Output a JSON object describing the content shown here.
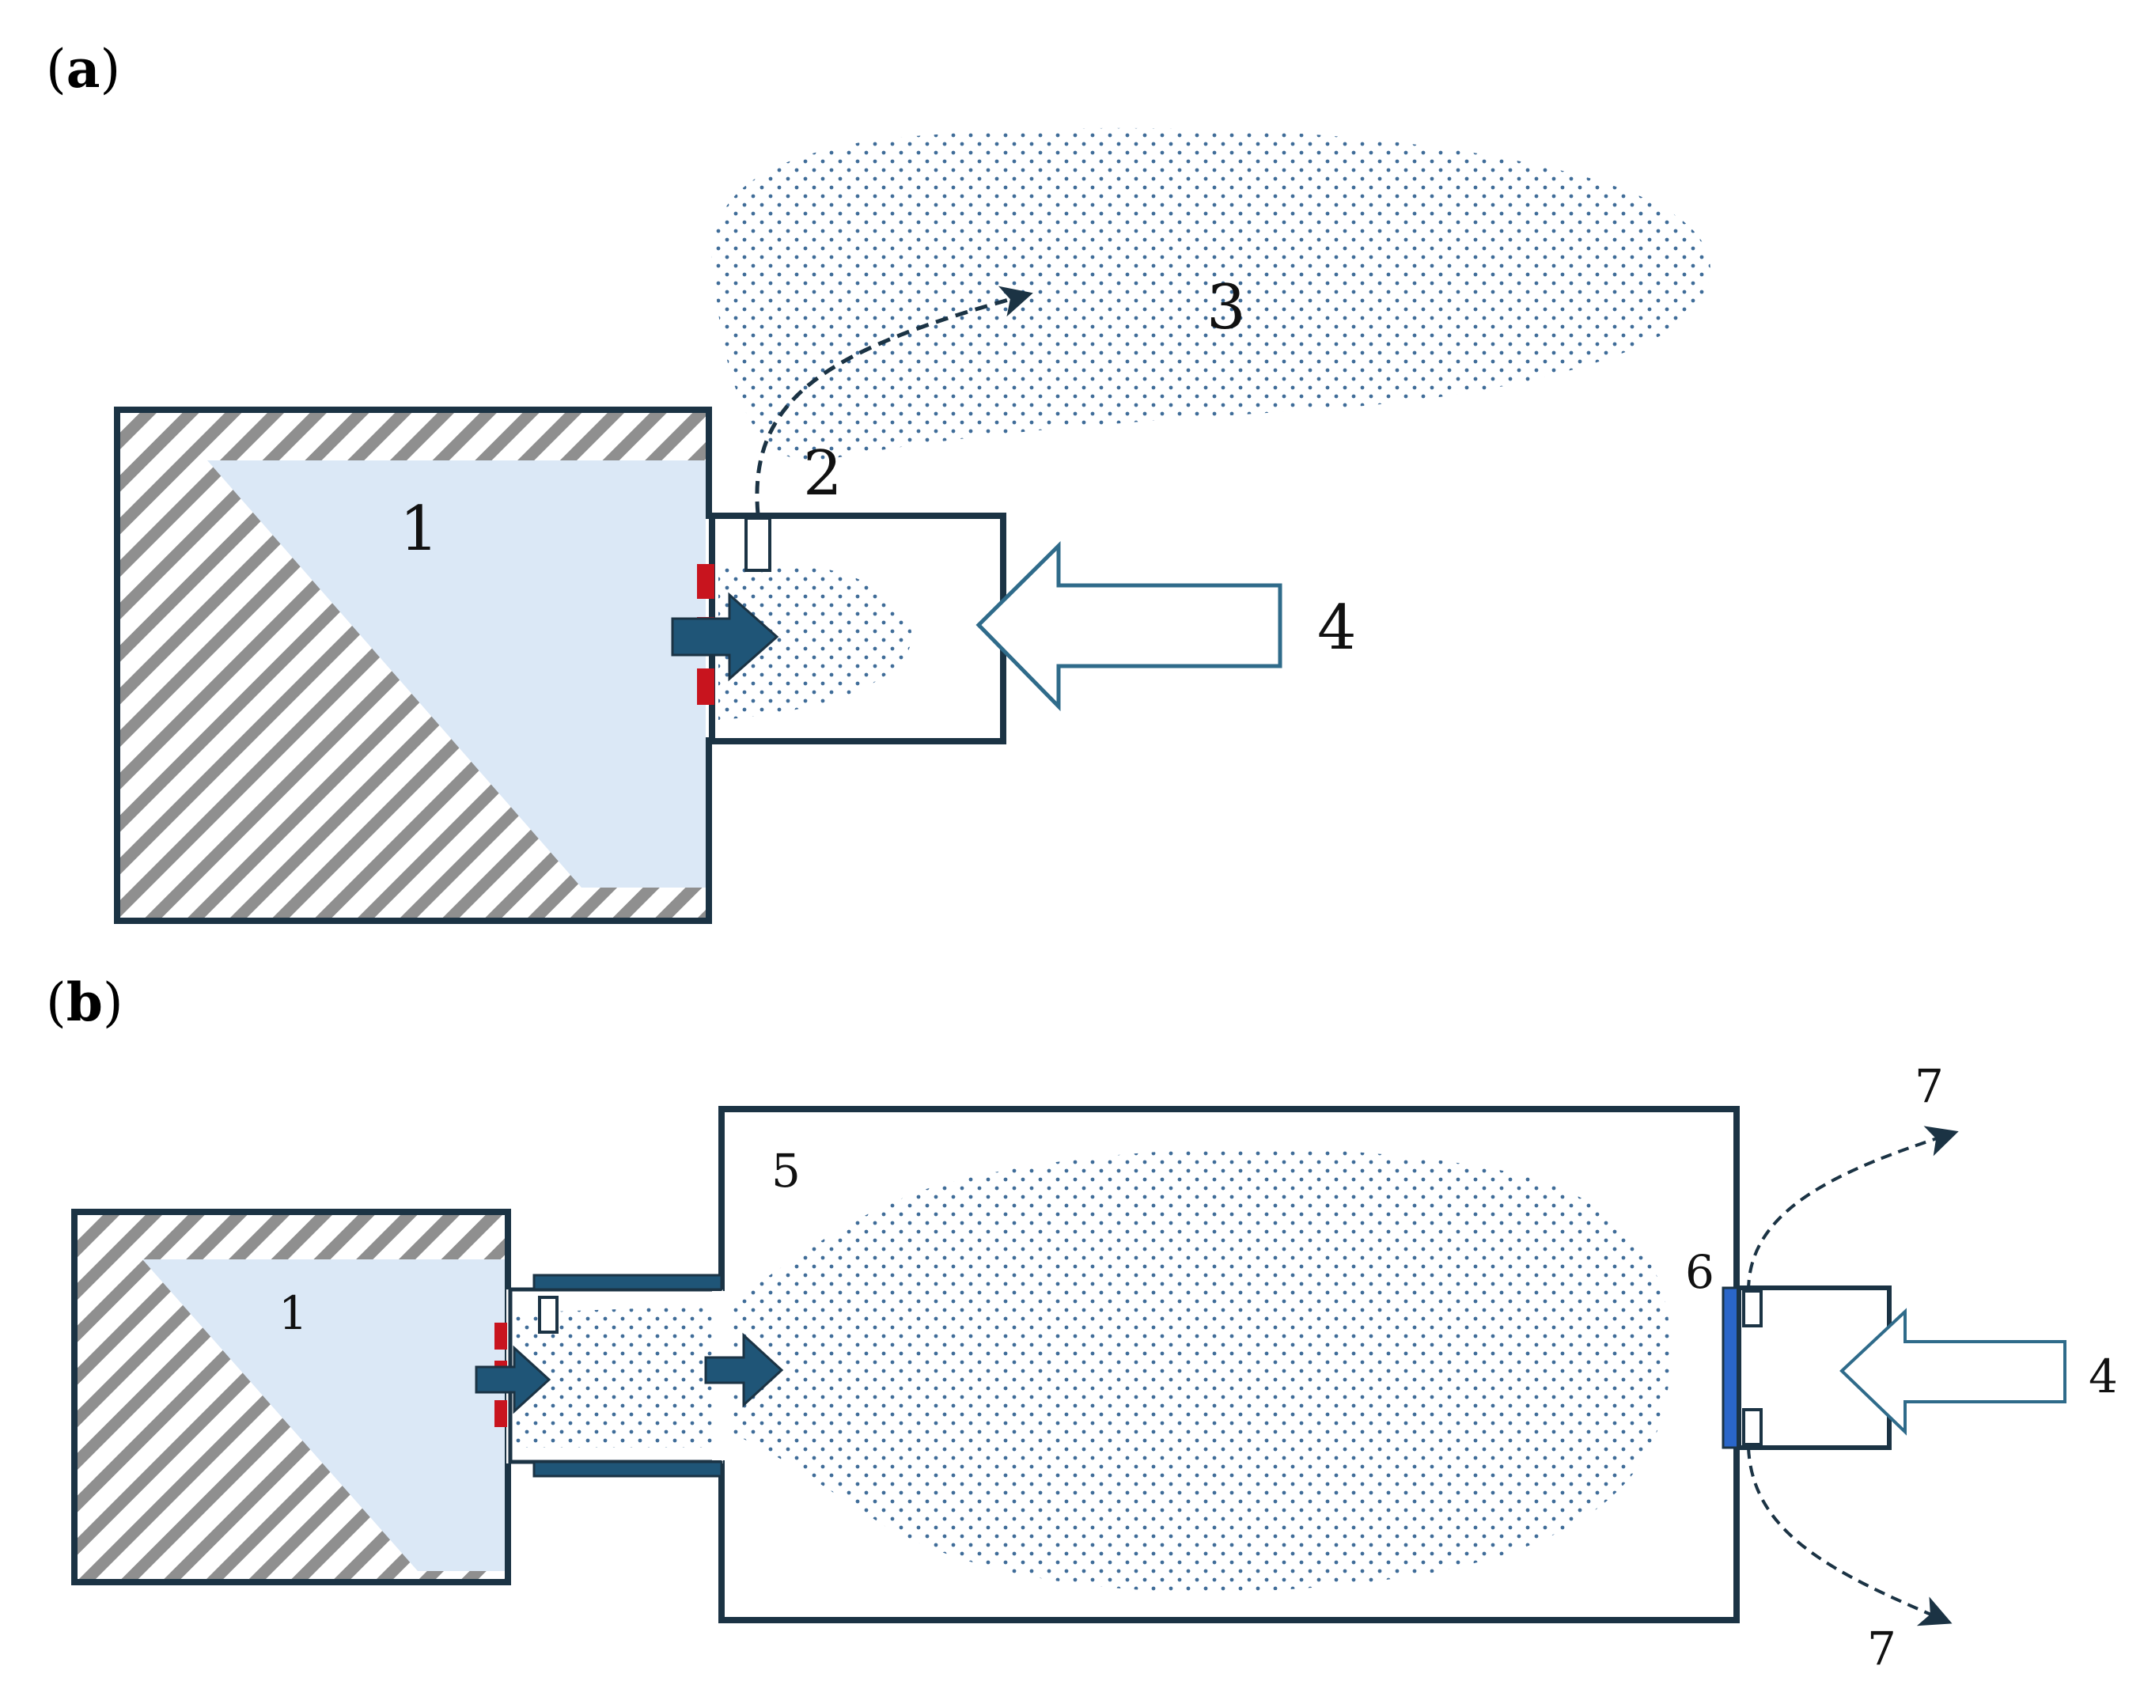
{
  "colors": {
    "outline": "#1b3344",
    "flow_arrow": "#1f5577",
    "open_arrow": "#2f6b8a",
    "liquid_fill": "#dbe8f6",
    "hatch": "#8f8f8f",
    "dots": "#3f6c98",
    "nozzle_red": "#c8141e",
    "seal_blue": "#2a66c9",
    "dashed_path": "#1b3344"
  },
  "panels": [
    {
      "id": "a",
      "label": "a",
      "labels": {
        "tank": "1",
        "nozzle_outlet": "2",
        "cloud": "3",
        "air_inflow": "4"
      }
    },
    {
      "id": "b",
      "label": "b",
      "labels": {
        "tank": "1",
        "chamber": "5",
        "seal": "6",
        "air_inflow": "4",
        "exhaust_top": "7",
        "exhaust_bottom": "7"
      }
    }
  ],
  "icons": {
    "flow_arrow": "solid-right-arrow-icon",
    "air_inflow": "hollow-left-arrow-icon",
    "dashed_path": "dashed-curved-arrow-icon"
  }
}
